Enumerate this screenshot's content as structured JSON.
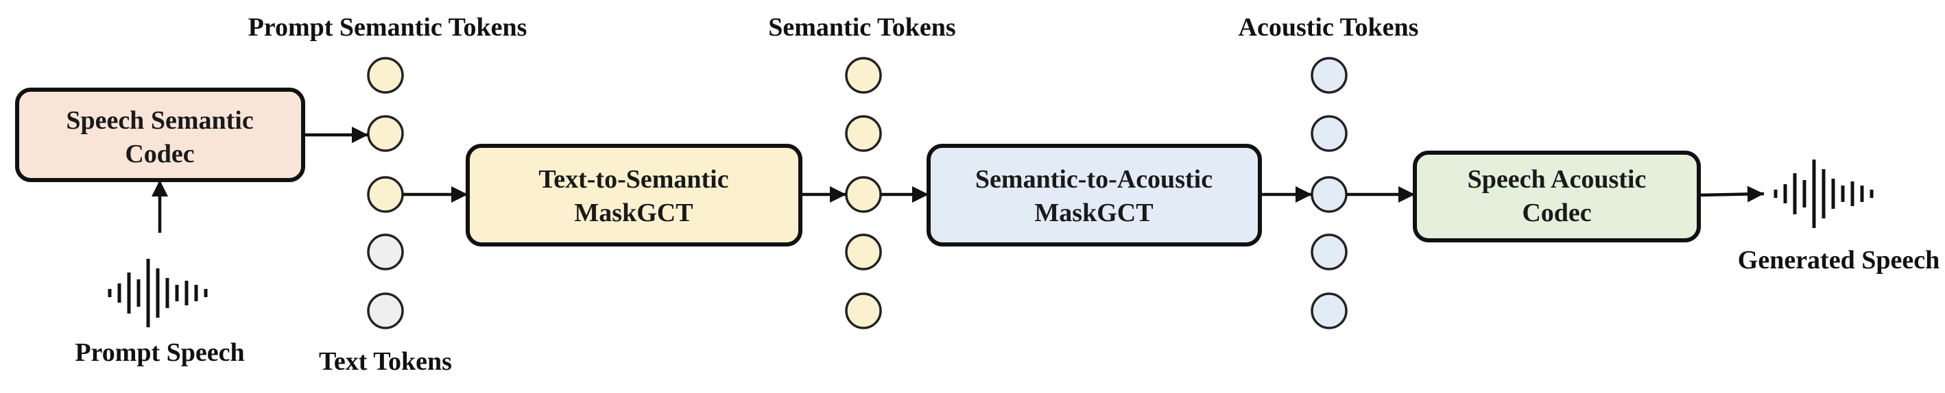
{
  "labels": {
    "prompt_semantic_tokens": "Prompt Semantic Tokens",
    "semantic_tokens": "Semantic Tokens",
    "acoustic_tokens": "Acoustic Tokens",
    "text_tokens": "Text Tokens",
    "prompt_speech": "Prompt Speech",
    "generated_speech": "Generated Speech"
  },
  "boxes": {
    "speech_semantic_codec": {
      "line1": "Speech Semantic",
      "line2": "Codec",
      "fill": "#f9e5d8"
    },
    "text_to_semantic": {
      "line1": "Text-to-Semantic",
      "line2": "MaskGCT",
      "fill": "#fcf1cf"
    },
    "semantic_to_acoustic": {
      "line1": "Semantic-to-Acoustic",
      "line2": "MaskGCT",
      "fill": "#e2ebf6"
    },
    "speech_acoustic_codec": {
      "line1": "Speech Acoustic",
      "line2": "Codec",
      "fill": "#e4efdc"
    }
  },
  "colors": {
    "prompt_semantic_token": "#fcf1cf",
    "text_token": "#efefef",
    "semantic_token": "#fcf1cf",
    "acoustic_token": "#e2ebf6"
  },
  "icons": [
    "waveform-icon"
  ]
}
